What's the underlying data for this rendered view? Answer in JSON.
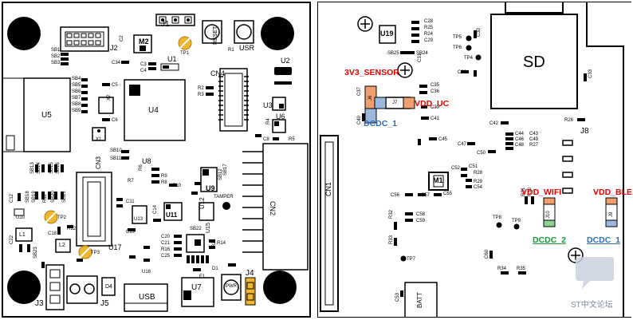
{
  "left_board": {
    "labels": {
      "j1": "J1",
      "reset": "RESET",
      "usr": "USR",
      "m2": "M2",
      "j2": "J2",
      "u1": "U1",
      "tp1": "TP1",
      "u2": "U2",
      "cn4": "CN4",
      "u3": "U3",
      "u4": "U4",
      "u5": "U5",
      "x2": "X2",
      "x1": "X1",
      "u6": "U6",
      "cn3": "CN3",
      "u8": "U8",
      "u9": "U9",
      "tamper": "TAMPER",
      "cn2": "CN2",
      "u11": "U11",
      "u12": "U12",
      "u13": "U13",
      "tp2": "TP2",
      "l1": "L1",
      "l2": "L2",
      "u10": "U10",
      "u17": "U17",
      "tp3": "TP3",
      "u15": "U15",
      "u16": "U16",
      "u7": "U7",
      "pwr": "PWR",
      "j3": "J3",
      "j5": "J5",
      "j4": "J4",
      "d4": "D4",
      "usb": "USB",
      "d1": "D1",
      "r1": "R1",
      "r2": "R2",
      "r3": "R3",
      "r4": "R4",
      "r5": "R5",
      "r6": "R6",
      "r7": "R7",
      "r8": "R8",
      "r9": "R9",
      "r11": "R11",
      "r12": "R12",
      "r14": "R14",
      "r16": "R16",
      "r21": "R21",
      "c2": "C2",
      "c3": "C3",
      "c4": "C4",
      "c5": "C5",
      "c6": "C6",
      "c8": "C8",
      "c10": "C10",
      "c11": "C11",
      "c12": "C12",
      "c14": "C14",
      "c18": "C18",
      "c19": "C19",
      "c20": "C20",
      "c21": "C21",
      "c22": "C22",
      "c25": "C25",
      "c34": "C34",
      "sb1": "SB1",
      "sb2": "SB2",
      "sb3": "SB3",
      "sb4": "SB4",
      "sb5": "SB5",
      "sb6": "SB6",
      "sb7": "SB7",
      "sb8": "SB8",
      "sb9": "SB9",
      "sb10": "SB10",
      "sb11": "SB11",
      "sb12": "SB12",
      "sb13": "SB13",
      "sb14": "SB14",
      "sb15": "SB15",
      "sb16": "SB16",
      "sb17": "SB17",
      "sb18": "SB18",
      "sb19": "SB19",
      "sb20": "SB20",
      "sb21": "SB21",
      "sb22": "SB22",
      "sb23": "SB23",
      "e1": "E1"
    }
  },
  "right_board": {
    "labels": {
      "u19": "U19",
      "sd": "SD",
      "tp5": "TP5",
      "tp6": "TP6",
      "tp4": "TP4",
      "c28": "C28",
      "r25": "R25",
      "r24": "R24",
      "c29": "C29",
      "c30": "C30",
      "sb25": "SB25",
      "sb24": "SB24",
      "c31": "C31",
      "c32": "C32",
      "c33": "C33",
      "j6": "J6",
      "j7": "J7",
      "c37": "C37",
      "c40": "C40",
      "c35": "C35",
      "c36": "C36",
      "c39": "C39",
      "c41": "C41",
      "c42": "C42",
      "r26": "R26",
      "j8": "J8",
      "c44": "C44",
      "c43": "C43",
      "c46": "C46",
      "c49": "C49",
      "c48": "C48",
      "r27": "R27",
      "c45": "C45",
      "c47": "C47",
      "c50": "C50",
      "c52": "C52",
      "c51": "C51",
      "r28": "R28",
      "r29": "R29",
      "c54": "C54",
      "m1": "M1",
      "cn1": "CN1",
      "c56": "C56",
      "c57": "C57",
      "c55": "C55",
      "r31": "R31",
      "r30": "R30",
      "j10": "J10",
      "j9": "J9",
      "tp8": "TP8",
      "tp9": "TP9",
      "c58": "C58",
      "c59": "C59",
      "r32": "R32",
      "r33": "R33",
      "tp7": "TP7",
      "c60": "C60",
      "r34": "R34",
      "r35": "R35",
      "c53": "C53",
      "batt": "BATT"
    },
    "annotations": {
      "v3v3_sensor": "3V3_SENSOR",
      "vdd_uc": "VDD_UC",
      "dcdc_1_left": "DCDC_1",
      "vdd_wifi": "VDD_WIFI",
      "vdd_ble": "VDD_BLE",
      "dcdc_2": "DCDC_2",
      "dcdc_1_right": "DCDC_1"
    },
    "colors": {
      "red": "#e60000",
      "blue": "#2f6db5",
      "green": "#1a9a38",
      "jumper_orange": "#f0a070",
      "jumper_blue": "#9ab8dc",
      "jumper_green": "#8fd08f"
    }
  },
  "watermark": {
    "text": "ST中文论坛",
    "icon": "st-logo-icon"
  }
}
